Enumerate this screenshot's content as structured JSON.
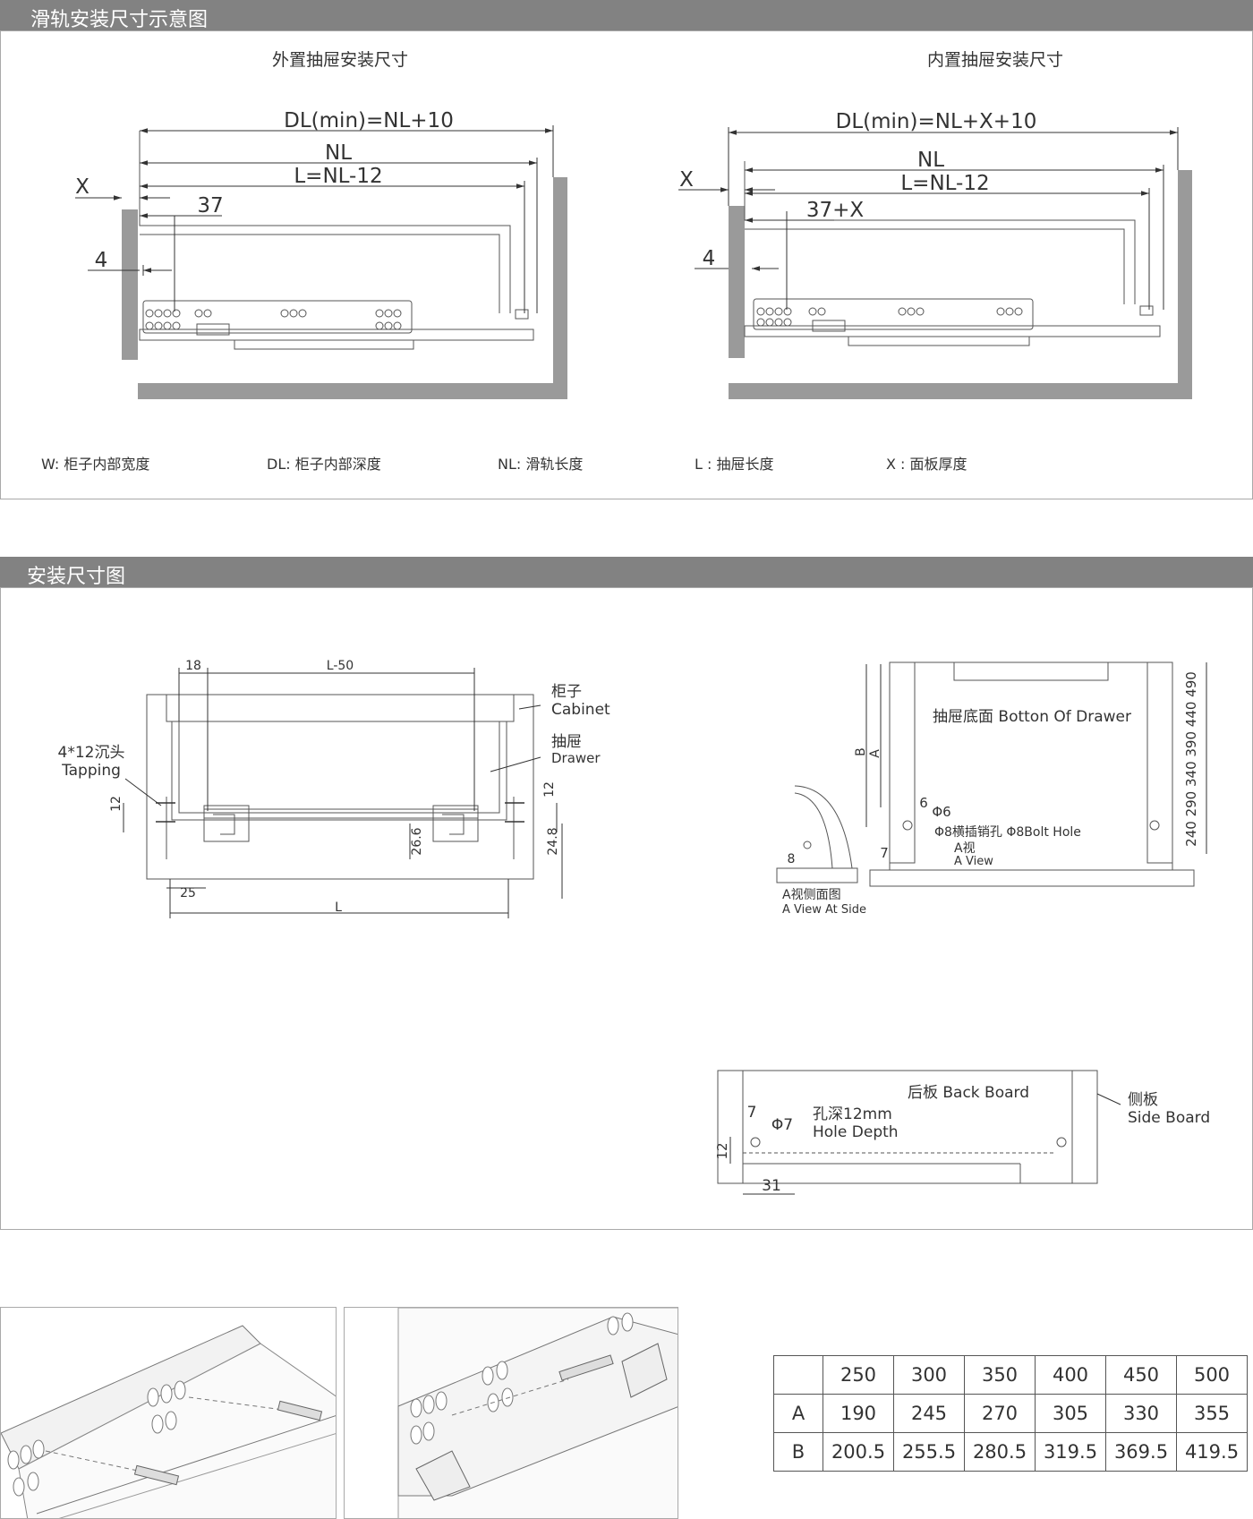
{
  "section1": {
    "title": "滑轨安装尺寸示意图",
    "external": {
      "heading": "外置抽屉安装尺寸",
      "dl": "DL(min)=NL+10",
      "nl": "NL",
      "l": "L=NL-12",
      "x": "X",
      "d37": "37",
      "d4": "4"
    },
    "internal": {
      "heading": "内置抽屉安装尺寸",
      "dl": "DL(min)=NL+X+10",
      "nl": "NL",
      "l": "L=NL-12",
      "x": "X",
      "d37": "37+X",
      "d4": "4"
    },
    "legend": [
      "W:  柜子内部宽度",
      "DL:  柜子内部深度",
      "NL:  滑轨长度",
      "L :  抽屉长度",
      "X :  面板厚度"
    ]
  },
  "section2": {
    "title": "安装尺寸图",
    "front": {
      "d18": "18",
      "dl50": "L-50",
      "cabinet_cn": "柜子",
      "cabinet_en": "Cabinet",
      "drawer_cn": "抽屉",
      "drawer_en": "Drawer",
      "tapping_cn": "4*12沉头",
      "tapping_en": "Tapping",
      "d12a": "12",
      "d12b": "12",
      "d266": "26.6",
      "d248": "24.8",
      "d25": "25",
      "dl": "L"
    },
    "bottom": {
      "title": "抽屉底面 Botton Of Drawer",
      "b": "B",
      "a": "A",
      "d6": "6",
      "phi6": "Φ6",
      "phi8": "Φ8横插销孔 Φ8Bolt Hole",
      "aview_cn": "A视",
      "aview_en": "A View",
      "d7": "7",
      "d8": "8",
      "side_cn": "A视侧面图",
      "side_en": "A View At Side",
      "scale": "240 290 340 390 440 490"
    },
    "back": {
      "title": "后板 Back Board",
      "side_cn": "侧板",
      "side_en": "Side Board",
      "d7": "7",
      "phi7": "Φ7",
      "depth_cn": "孔深12mm",
      "depth_en": "Hole Depth",
      "d12": "12",
      "d31": "31"
    }
  },
  "table": {
    "header": [
      "",
      "250",
      "300",
      "350",
      "400",
      "450",
      "500"
    ],
    "rows": [
      [
        "A",
        "190",
        "245",
        "270",
        "305",
        "330",
        "355"
      ],
      [
        "B",
        "200.5",
        "255.5",
        "280.5",
        "319.5",
        "369.5",
        "419.5"
      ]
    ]
  }
}
